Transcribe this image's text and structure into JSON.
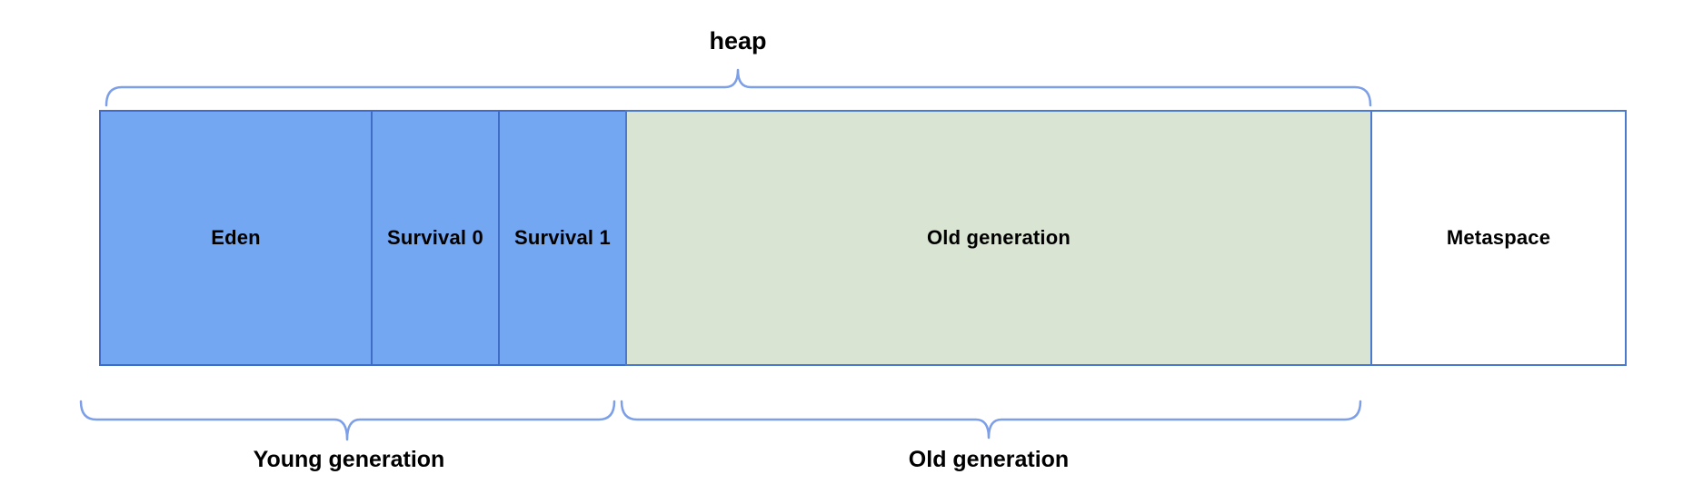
{
  "diagram": {
    "labels": {
      "heap": "heap",
      "young_generation": "Young generation",
      "old_generation": "Old generation"
    },
    "boxes": [
      {
        "label": "Eden",
        "fill": "#73a7f2"
      },
      {
        "label": "Survival 0",
        "fill": "#73a7f2"
      },
      {
        "label": "Survival 1",
        "fill": "#73a7f2"
      },
      {
        "label": "Old generation",
        "fill": "#d9e5d2"
      },
      {
        "label": "Metaspace",
        "fill": "#ffffff"
      }
    ],
    "colors": {
      "brace": "#7d9fe8",
      "box_border_blue": "#3f6cc6",
      "box_border_light": "#4b79ce",
      "text": "#000000",
      "background": "#ffffff"
    }
  }
}
